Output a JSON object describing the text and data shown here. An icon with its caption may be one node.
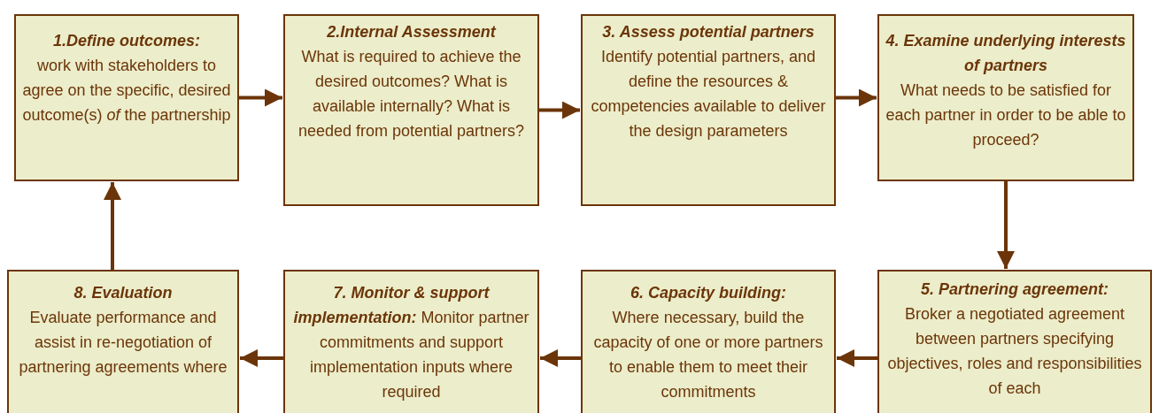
{
  "diagram": {
    "nodes": [
      {
        "text": [
          "1.Define outcomes:",
          "work with stakeholders to agree on the specific, desired outcome(s) *of* the partnership"
        ]
      },
      {
        "text": [
          "2.Internal Assessment",
          "What is required to achieve the desired outcomes? What is available internally?  What is needed from potential partners?"
        ]
      },
      {
        "text": [
          "3. Assess potential partners",
          "Identify potential partners, and define the resources & competencies available to deliver the design parameters"
        ]
      },
      {
        "text": [
          "4. Examine underlying interests of partners",
          "What needs to be satisfied for each partner in order to be able to proceed?"
        ]
      },
      {
        "text": [
          "5. Partnering agreement:",
          "Broker a negotiated agreement between partners specifying objectives, roles and responsibilities of each"
        ]
      },
      {
        "text": [
          "6. Capacity building:",
          "Where necessary, build the capacity of one or more partners to enable them to meet their commitments"
        ]
      },
      {
        "text": [
          "7. Monitor & support implementation:",
          "Monitor partner commitments and support implementation inputs where required"
        ]
      },
      {
        "text": [
          "8. Evaluation",
          "Evaluate performance and assist in re-negotiation of partnering agreements where"
        ]
      }
    ],
    "edges": [
      {
        "from": 0,
        "to": 1,
        "arrow": "to"
      },
      {
        "from": 1,
        "to": 2,
        "arrow": "to"
      },
      {
        "from": 2,
        "to": 3,
        "arrow": "to"
      },
      {
        "from": 3,
        "to": 4,
        "arrow": "to"
      },
      {
        "from": 4,
        "to": 5,
        "arrow": "to"
      },
      {
        "from": 5,
        "to": 6,
        "arrow": "to"
      },
      {
        "from": 6,
        "to": 7,
        "arrow": "to"
      },
      {
        "from": 7,
        "to": 0,
        "arrow": "to"
      }
    ]
  }
}
